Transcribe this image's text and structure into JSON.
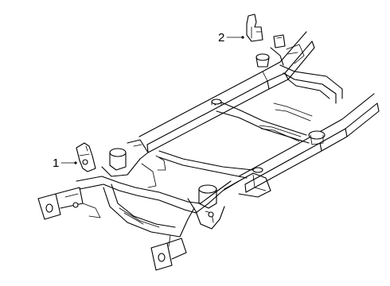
{
  "callouts": [
    {
      "label": "1",
      "part": "frame-bracket-left"
    },
    {
      "label": "2",
      "part": "frame-bracket-upper"
    }
  ]
}
